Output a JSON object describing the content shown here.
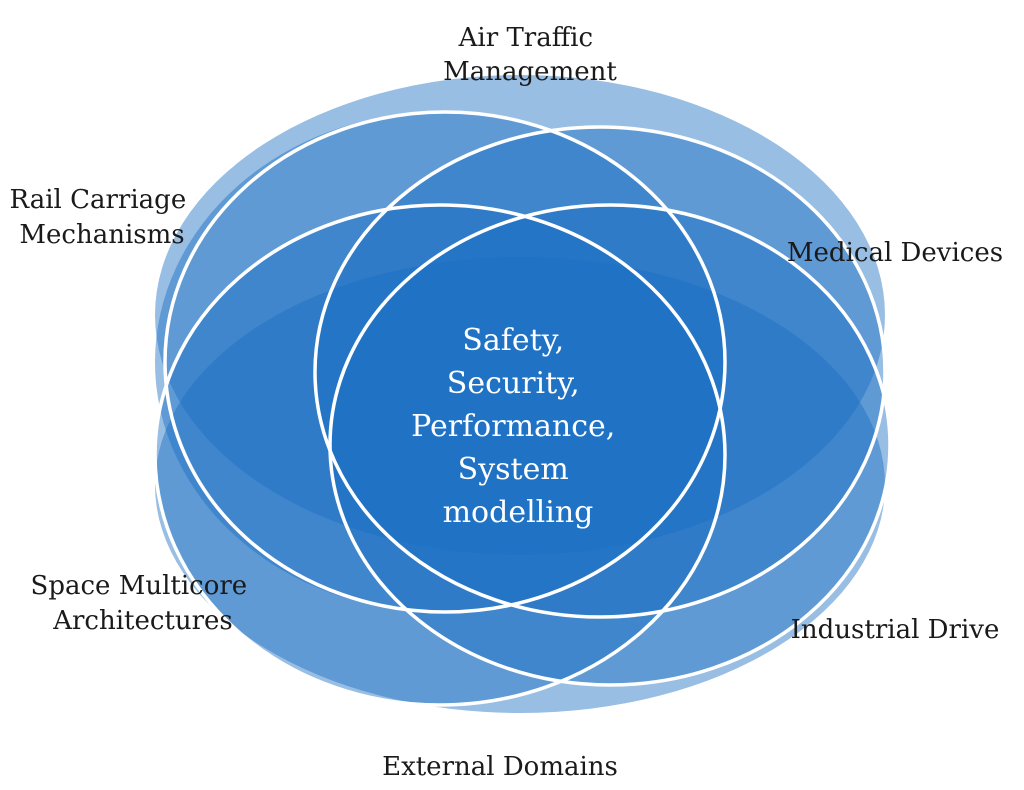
{
  "center": {
    "lines": [
      "Safety,",
      "Security,",
      "Performance,",
      "System",
      "modelling"
    ]
  },
  "domains": [
    {
      "id": "air-traffic",
      "lines": [
        "Air Traffic",
        "Management"
      ]
    },
    {
      "id": "rail-carriage",
      "lines": [
        "Rail Carriage",
        "Mechanisms"
      ]
    },
    {
      "id": "medical-devices",
      "lines": [
        "Medical Devices"
      ]
    },
    {
      "id": "space-multicore",
      "lines": [
        "Space Multicore",
        "Architectures"
      ]
    },
    {
      "id": "industrial-drive",
      "lines": [
        "Industrial Drive"
      ]
    },
    {
      "id": "external-domains",
      "lines": [
        "External Domains"
      ]
    }
  ],
  "colors": {
    "ellipse_fill": "#1a6fc4",
    "outline": "#ffffff",
    "text_dark": "#1a1a1a",
    "text_light": "#ffffff"
  }
}
